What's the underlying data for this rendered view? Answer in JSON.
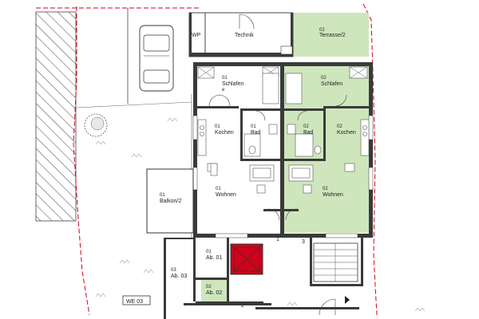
{
  "colors": {
    "apartment_fill": "#cfe6bd",
    "lift": "#d0021b",
    "boundary": "#d0021b",
    "wall": "#3a3a3a",
    "hatch": "#444444"
  },
  "rooms": {
    "wp": {
      "label": "WP"
    },
    "technik": {
      "num": "",
      "label": "Technik"
    },
    "terrasse": {
      "num": "02",
      "label": "Terrasse/2"
    },
    "schlafen_01": {
      "num": "01",
      "label": "Schlafen"
    },
    "schlafen_02": {
      "num": "02",
      "label": "Schlafen"
    },
    "kochen_01": {
      "num": "01",
      "label": "Kochen"
    },
    "bad_01": {
      "num": "01",
      "label": "Bad"
    },
    "bad_02": {
      "num": "02",
      "label": "Bad"
    },
    "kochen_02": {
      "num": "02",
      "label": "Kochen"
    },
    "wohnen_01": {
      "num": "01",
      "label": "Wohnen"
    },
    "wohnen_02": {
      "num": "02",
      "label": "Wohnen"
    },
    "balkon_01": {
      "num": "01",
      "label": "Balkon/2"
    },
    "ab_01": {
      "num": "01",
      "label": "Ab. 01"
    },
    "ab_02": {
      "num": "02",
      "label": "Ab. 02"
    },
    "ab_03": {
      "num": "03",
      "label": "Ab. 03"
    },
    "we_03": {
      "label": "WE 03"
    }
  },
  "markers": {
    "entry_1": "1",
    "entry_2": "2",
    "entry_3": "3"
  }
}
